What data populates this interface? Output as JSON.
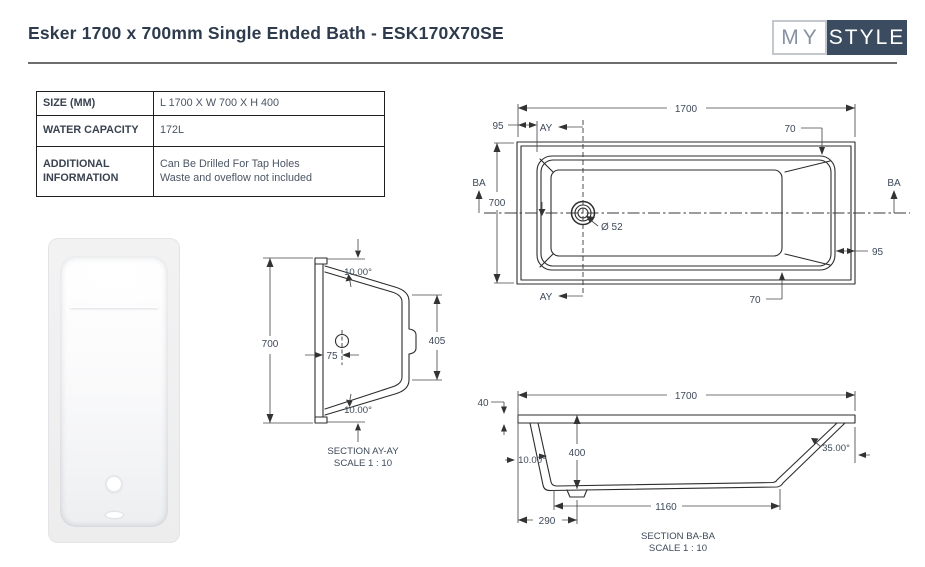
{
  "header": {
    "title": "Esker 1700 x 700mm Single Ended Bath - ESK170X70SE",
    "logo_my": "MY",
    "logo_style": "STYLE"
  },
  "spec_table": {
    "rows": [
      {
        "label": "SIZE (MM)",
        "value": "L 1700 X W 700 X H 400"
      },
      {
        "label": "WATER CAPACITY",
        "value": "172L"
      },
      {
        "label": "ADDITIONAL INFORMATION",
        "value_line1": "Can Be Drilled For Tap Holes",
        "value_line2": "Waste and oveflow not included"
      }
    ]
  },
  "plan_view": {
    "dim_length": "1700",
    "dim_width": "700",
    "dim_rim_left": "95",
    "dim_rim_right": "95",
    "dim_edge_top": "70",
    "dim_edge_bottom": "70",
    "drain_diameter": "Ø 52",
    "section_label_ay": "AY",
    "section_label_ba": "BA"
  },
  "section_ay": {
    "title": "SECTION AY-AY",
    "scale": "SCALE 1 : 10",
    "dim_width": "700",
    "dim_inner": "405",
    "dim_drain_offset": "75",
    "angle_top": "10.00°",
    "angle_bottom": "10.00°"
  },
  "section_ba": {
    "title": "SECTION BA-BA",
    "scale": "SCALE 1 : 10",
    "dim_length": "1700",
    "dim_rim_thickness": "40",
    "dim_depth": "400",
    "dim_floor_length": "1160",
    "dim_drain_offset": "290",
    "angle_head": "10.00°",
    "angle_foot": "35.00°"
  },
  "colors": {
    "brand_navy": "#3b4b60",
    "title_text": "#2e3b4d",
    "drawing_line": "#2d2d2d",
    "dimension_text": "#3e4a5a"
  }
}
